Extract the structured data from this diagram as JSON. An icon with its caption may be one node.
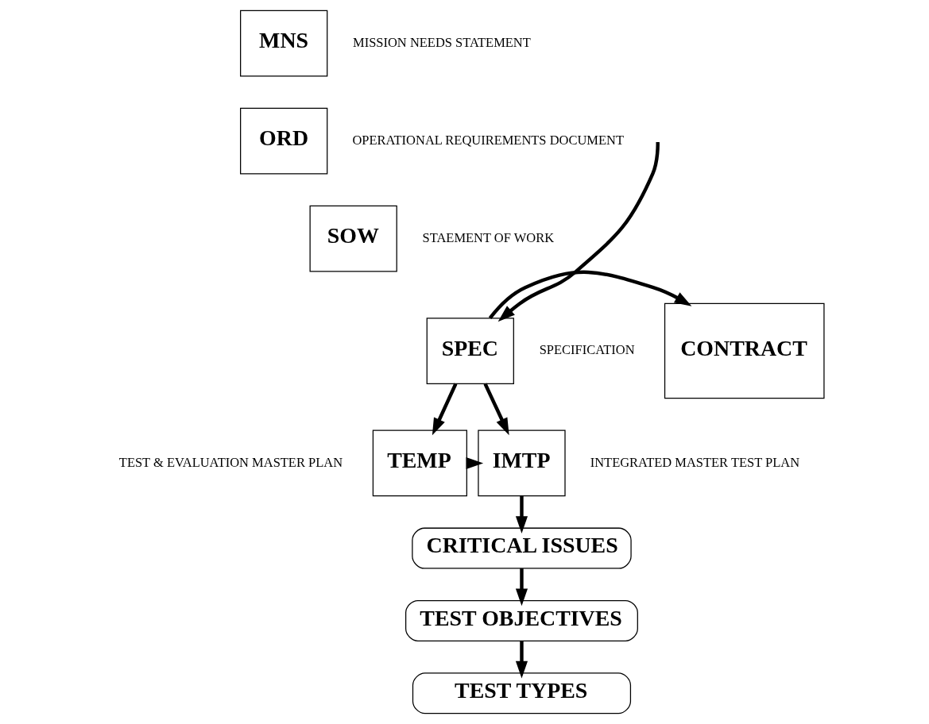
{
  "diagram": {
    "nodes": [
      {
        "text": [
          "MNS"
        ],
        "beside": [
          "MISSION NEEDS STATEMENT"
        ]
      },
      {
        "text": [
          "ORD"
        ],
        "beside": [
          "OPERATIONAL REQUIREMENTS DOCUMENT"
        ]
      },
      {
        "text": [
          "SOW"
        ],
        "beside": [
          "STAEMENT OF WORK"
        ]
      },
      {
        "text": [
          "SPEC"
        ],
        "beside": [
          "SPECIFICATION"
        ]
      },
      {
        "text": [
          "CONTRACT"
        ]
      },
      {
        "text": [
          "TEMP"
        ],
        "beside": [
          "TEST & EVALUATION MASTER PLAN"
        ]
      },
      {
        "text": [
          "IMTP"
        ],
        "beside": [
          "INTEGRATED MASTER TEST PLAN"
        ]
      },
      {
        "text": [
          "CRITICAL ISSUES"
        ]
      },
      {
        "text": [
          "TEST OBJECTIVES"
        ]
      },
      {
        "text": [
          "TEST TYPES"
        ]
      }
    ],
    "edges": [
      {
        "from": null,
        "to": 3,
        "arrow": "to"
      },
      {
        "from": 3,
        "to": 4,
        "arrow": "to"
      },
      {
        "from": 3,
        "to": 6,
        "arrow": "to"
      },
      {
        "from": 3,
        "to": 5,
        "arrow": "to"
      },
      {
        "from": 5,
        "to": 6,
        "arrow": "to"
      },
      {
        "from": 6,
        "to": 7,
        "arrow": "to"
      },
      {
        "from": 7,
        "to": 8,
        "arrow": "to"
      },
      {
        "from": 8,
        "to": 9,
        "arrow": "to"
      }
    ]
  }
}
